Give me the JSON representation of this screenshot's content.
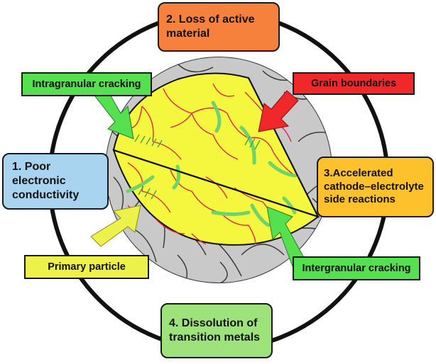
{
  "issues": [
    {
      "line1": "2. Loss of active",
      "line2": "material",
      "line3": "",
      "color": "#f5813d"
    },
    {
      "line1": "1. Poor electronic",
      "line2": "conductivity",
      "line3": "",
      "color": "#a9d4f0"
    },
    {
      "line1": "3.Accelerated",
      "line2": "cathode–electrolyte",
      "line3": "side reactions",
      "color": "#fcc12b"
    },
    {
      "line1": "4. Dissolution of",
      "line2": "transition metals",
      "line3": "",
      "color": "#9de27a"
    }
  ],
  "callouts": [
    {
      "label": "Intragranular cracking",
      "color": "#54e04f",
      "arrow": "green-arrow-icon"
    },
    {
      "label": "Grain boundaries",
      "color": "#f0282a",
      "arrow": "red-arrow-icon"
    },
    {
      "label": "Primary particle",
      "color": "#ecf24a",
      "arrow": "yellow-arrow-icon"
    },
    {
      "label": "Intergranular cracking",
      "color": "#54e04f",
      "arrow": "green-arrow-icon"
    }
  ],
  "colors": {
    "particle_fill": "#f4f73d",
    "grain_boundary": "#e0284a",
    "crack": "#6ed36a",
    "secondary_shell": "#c8c8c8",
    "ring": "#111111"
  }
}
